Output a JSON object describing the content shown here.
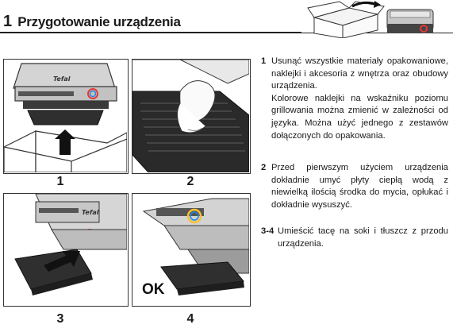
{
  "header": {
    "section_number": "1",
    "section_title": "Przygotowanie urządzenia"
  },
  "panels": [
    {
      "label": "1",
      "brand": "Tefal"
    },
    {
      "label": "2"
    },
    {
      "label": "3",
      "brand": "Tefal"
    },
    {
      "label": "4",
      "badge": "OK"
    }
  ],
  "steps": [
    {
      "number": "1",
      "paragraphs": [
        "Usunąć wszystkie materiały opakowaniowe, naklejki i akcesoria z wnętrza oraz obudowy urządzenia.",
        "Kolorowe naklejki na wskaźniku poziomu grillowania można zmienić w zależności od języka. Można użyć jednego z zestawów dołączonych do opakowania."
      ]
    },
    {
      "number": "2",
      "paragraphs": [
        "Przed pierwszym użyciem urządzenia dokładnie umyć płyty ciepłą wodą z niewielką ilością środka do mycia, opłukać i dokładnie wysuszyć."
      ]
    },
    {
      "number": "3-4",
      "paragraphs": [
        "Umieścić tacę na soki i tłuszcz z przodu urządzenia."
      ]
    }
  ],
  "colors": {
    "ink": "#1a1a1a",
    "rule": "#222222",
    "device_body": "#b8b8b8",
    "device_dark": "#3a3a3a",
    "indicator_ring": [
      "#e53935",
      "#fbc02d",
      "#43a047",
      "#1e88e5",
      "#8e24aa"
    ]
  }
}
